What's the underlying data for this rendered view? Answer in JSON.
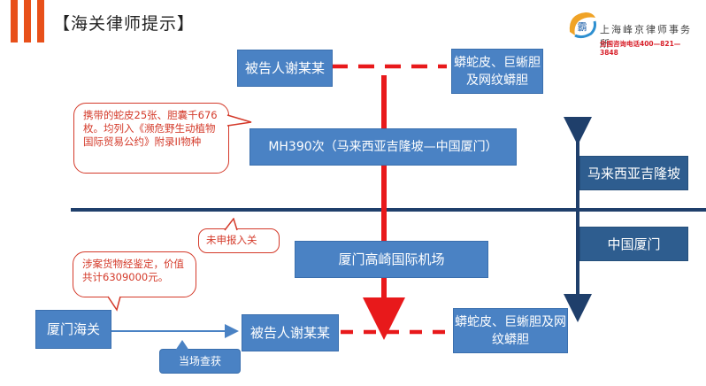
{
  "header": {
    "title": "【海关律师提示】",
    "logo_name": "上海峰京律师事务所",
    "logo_mark": "霸",
    "phone": "全国咨询电话400—821—3848"
  },
  "diagram": {
    "defendant_top": "被告人谢某某",
    "goods_top": "蟒蛇皮、巨蜥胆及网纹蟒胆",
    "flight": "MH390次（马来西亚吉隆坡—中国厦门）",
    "malaysia": "马来西亚吉隆坡",
    "china": "中国厦门",
    "airport": "厦门高崎国际机场",
    "customs": "厦门海关",
    "defendant_bottom": "被告人谢某某",
    "goods_bottom": "蟒蛇皮、巨蜥胆及网纹蟒胆",
    "callout_carry": "携带的蛇皮25张、胆囊千676枚。均列入《濒危野生动植物国际贸易公约》附录II物种",
    "callout_undeclared": "未申报入关",
    "callout_appraisal": "涉案货物经鉴定，价值共计6309000元。",
    "callout_seized": "当场查获"
  },
  "colors": {
    "accent_orange": "#e8501a",
    "box_blue": "#4a82c4",
    "box_dark_blue": "#2e5d8f",
    "line_navy": "#1f3f6b",
    "arrow_red": "#e8191b",
    "callout_red": "#d43a2a"
  }
}
